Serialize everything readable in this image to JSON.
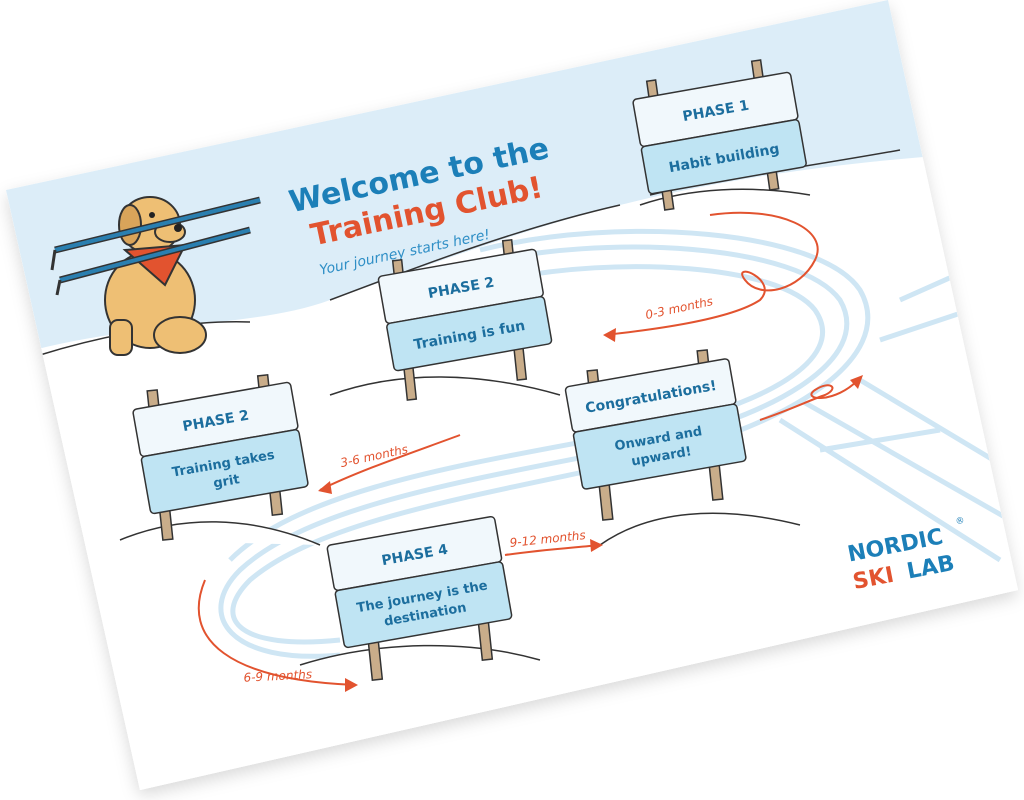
{
  "heading": {
    "line1": "Welcome to the",
    "line2": "Training Club!",
    "subtitle": "Your journey starts here!"
  },
  "signs": [
    {
      "top": "PHASE 1",
      "bottom": "Habit building"
    },
    {
      "top": "PHASE 2",
      "bottom": "Training is fun"
    },
    {
      "top": "PHASE 2",
      "bottom_lines": [
        "Training takes",
        "grit"
      ]
    },
    {
      "top": "Congratulations!",
      "bottom_lines": [
        "Onward and",
        "upward!"
      ]
    },
    {
      "top": "PHASE 4",
      "bottom_lines": [
        "The journey is the",
        "destination"
      ]
    }
  ],
  "durations": [
    "0-3 months",
    "3-6 months",
    "6-9 months",
    "9-12 months"
  ],
  "logo": {
    "line1": "NORDIC",
    "line2a": "SKI",
    "line2b": "LAB",
    "mark": "®"
  },
  "colors": {
    "accent_blue": "#1c7fb8",
    "accent_orange": "#e2532f",
    "sky": "#dcedf8",
    "sign_panel": "#bfe4f3"
  },
  "icons": [
    "dog-with-ski-poles-icon"
  ]
}
